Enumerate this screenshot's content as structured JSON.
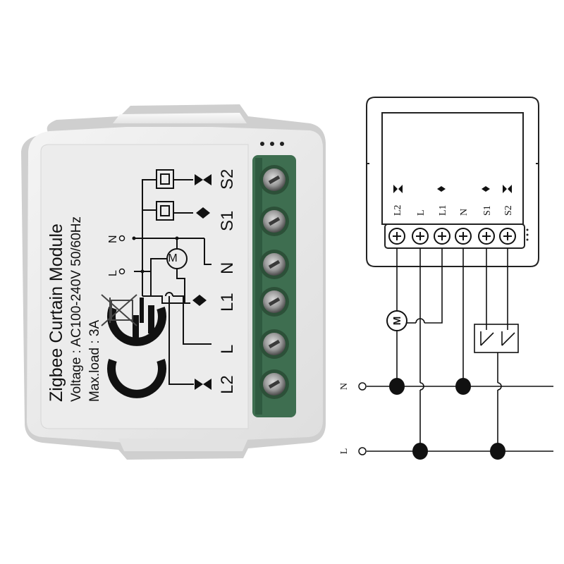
{
  "module_label": {
    "title": "Zigbee Curtain Module",
    "voltage": "Voltage : AC100-240V 50/60Hz",
    "max_load": "Max.load : 3A"
  },
  "module_terminals": [
    "S2",
    "S1",
    "N",
    "L1",
    "L",
    "L2"
  ],
  "module_schematic": {
    "n_label": "N",
    "l_label": "L",
    "motor_symbol": "M"
  },
  "wiring_diagram": {
    "terminals": [
      "L2",
      "L",
      "L1",
      "N",
      "S1",
      "S2"
    ],
    "motor_symbol": "M",
    "n_line_label": "N",
    "l_line_label": "L"
  }
}
